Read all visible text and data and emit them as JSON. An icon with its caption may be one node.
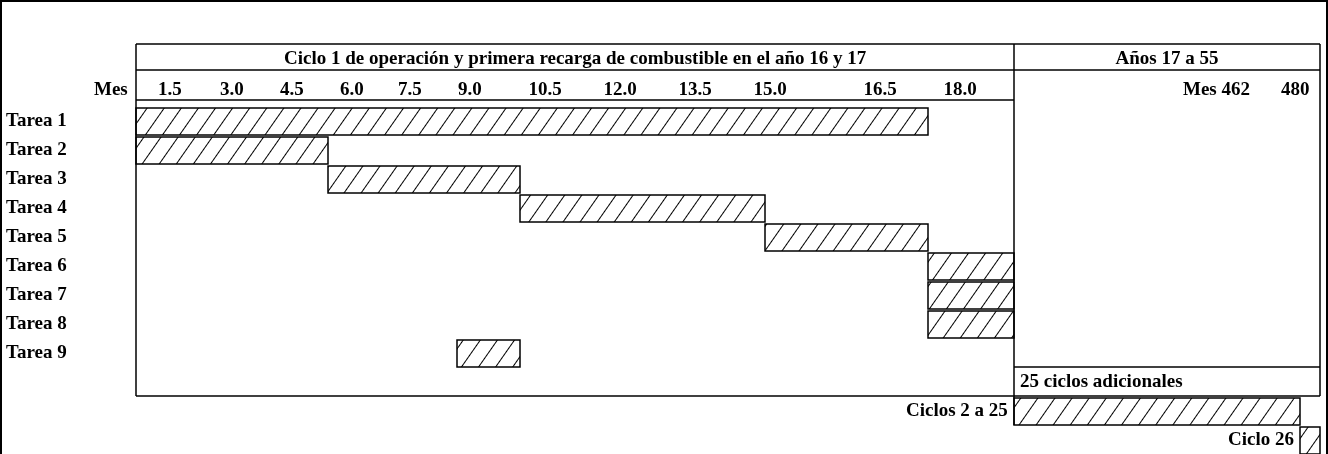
{
  "diagram": {
    "nodes": [
      {
        "text": [],
        "shape": "bar"
      },
      {
        "text": [],
        "shape": "bar"
      },
      {
        "text": [],
        "shape": "bar"
      },
      {
        "text": [],
        "shape": "bar"
      },
      {
        "text": [],
        "shape": "bar"
      },
      {
        "text": [],
        "shape": "bar"
      },
      {
        "text": [],
        "shape": "bar"
      },
      {
        "text": [],
        "shape": "bar"
      },
      {
        "text": [],
        "shape": "bar"
      },
      {
        "text": [],
        "shape": "bar"
      },
      {
        "text": [],
        "shape": "bar"
      }
    ],
    "labels": [
      "Ciclo 1 de operación y primera recarga de combustible en el año 16 y 17",
      "Años 17 a 55",
      "Mes",
      "1.5",
      "3.0",
      "4.5",
      "6.0",
      "7.5",
      "9.0",
      "10.5",
      "12.0",
      "13.5",
      "15.0",
      "16.5",
      "18.0",
      "Mes 462",
      "480",
      "Tarea 1",
      "Tarea 2",
      "Tarea 3",
      "Tarea 4",
      "Tarea 5",
      "Tarea 6",
      "Tarea 7",
      "Tarea 8",
      "Tarea 9",
      "25 ciclos adicionales",
      "Ciclos 2 a 25",
      "Ciclo 26"
    ]
  }
}
